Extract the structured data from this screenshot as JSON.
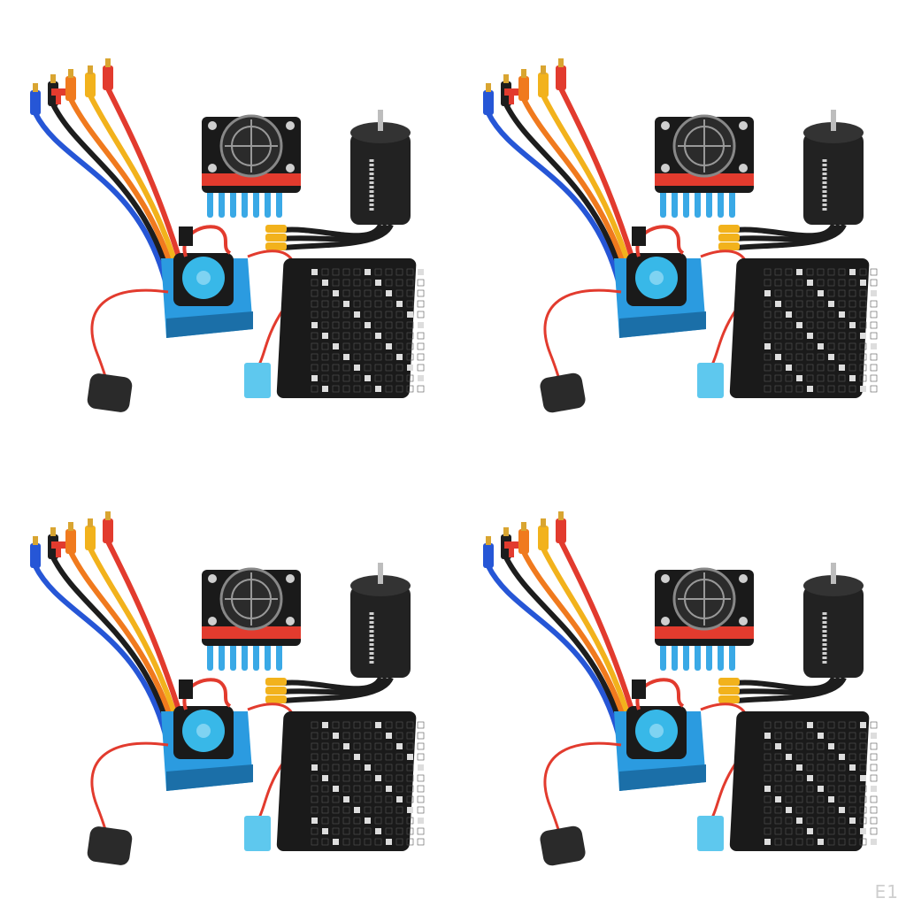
{
  "image": {
    "description_free": true,
    "background": "#ffffff",
    "watermark": "E1",
    "panels": [
      {
        "id": "top-left",
        "has_fan": true,
        "has_programming_card": true,
        "switch_color": "#2a2a2a"
      },
      {
        "id": "top-right",
        "has_fan": true,
        "has_programming_card": true,
        "switch_color": "#2a2a2a"
      },
      {
        "id": "bottom-left",
        "has_fan": true,
        "has_programming_card": true,
        "switch_color": "#2a2a2a"
      },
      {
        "id": "bottom-right",
        "has_fan": true,
        "has_programming_card": true,
        "switch_color": "#2a2a2a"
      }
    ],
    "colors": {
      "esc_blue": "#2b9be0",
      "esc_blue_dark": "#1b6fa8",
      "fan_cyan": "#38b8e8",
      "wire_red": "#e23b2e",
      "wire_yellow": "#f2b21c",
      "wire_orange": "#f07a1e",
      "wire_blue": "#2656d6",
      "wire_black": "#1d1d1d",
      "card_black": "#1a1a1a",
      "motor_black": "#222222",
      "heatsink_blue": "#3aa9e6",
      "connector_blue": "#5ec8ee",
      "gold": "#d9a531"
    }
  }
}
